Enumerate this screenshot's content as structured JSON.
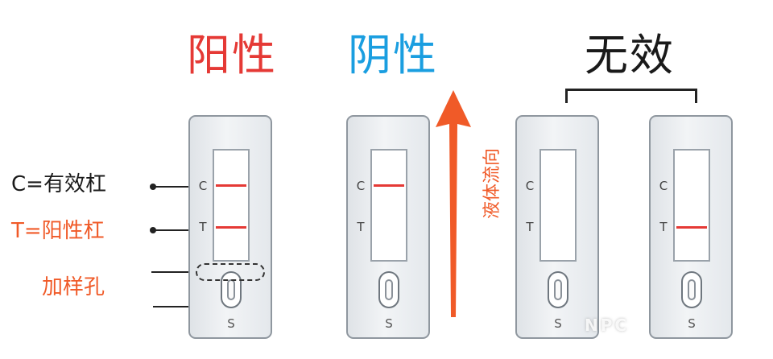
{
  "titles": {
    "positive": "阳性",
    "negative": "阴性",
    "invalid": "无效"
  },
  "legend": {
    "control_line": "C=有效杠",
    "test_line": "T=阳性杠",
    "sample_well": "加样孔"
  },
  "flow_label": "液体流向",
  "strip_letters": {
    "control": "C",
    "test": "T",
    "sample": "S"
  },
  "cassettes": [
    {
      "result": "positive",
      "control_band": true,
      "test_band": true
    },
    {
      "result": "negative",
      "control_band": true,
      "test_band": false
    },
    {
      "result": "invalid",
      "control_band": false,
      "test_band": false
    },
    {
      "result": "invalid",
      "control_band": false,
      "test_band": true
    }
  ],
  "colors": {
    "positive_title": "#e53935",
    "negative_title": "#1a9ee0",
    "invalid_title": "#1a1a1a",
    "band": "#e53935",
    "legend_control": "#1a1a1a",
    "legend_test": "#f05a28",
    "legend_sample": "#f05a28",
    "arrow": "#f05a28"
  },
  "watermark": "NPC"
}
